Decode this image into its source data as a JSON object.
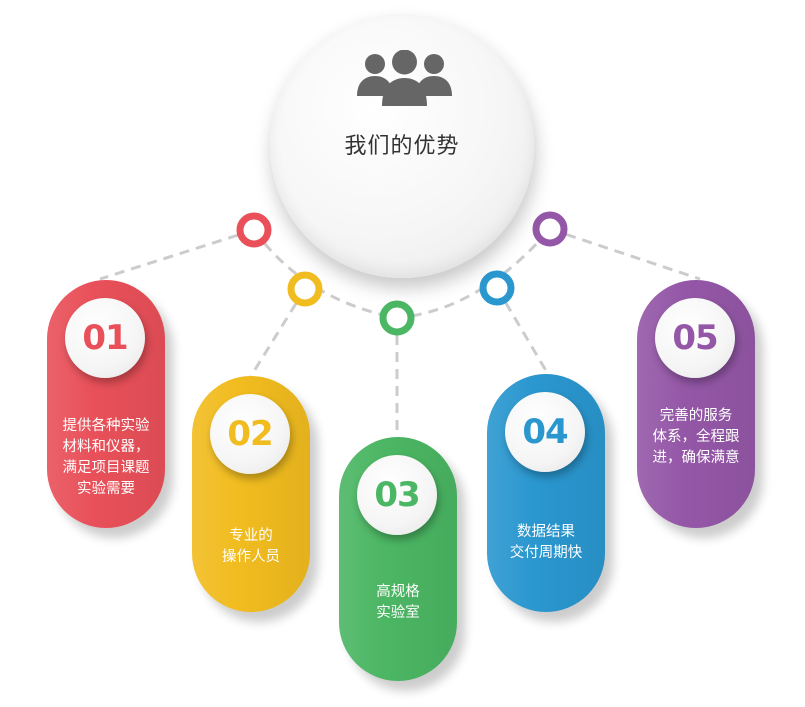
{
  "hub": {
    "title": "我们的优势",
    "icon": "people-group-icon",
    "icon_color": "#666666"
  },
  "items": [
    {
      "number": "01",
      "text": "提供各种实验\n材料和仪器，\n满足项目课题\n实验需要",
      "color": "#e95059"
    },
    {
      "number": "02",
      "text": "专业的\n操作人员",
      "color": "#f1bc1f"
    },
    {
      "number": "03",
      "text": "高规格\n实验室",
      "color": "#4bb663"
    },
    {
      "number": "04",
      "text": "数据结果\n交付周期快",
      "color": "#2a97cf"
    },
    {
      "number": "05",
      "text": "完善的服务\n体系，全程跟\n进，确保满意",
      "color": "#9457a7"
    }
  ],
  "connector_color": "#cccccc"
}
